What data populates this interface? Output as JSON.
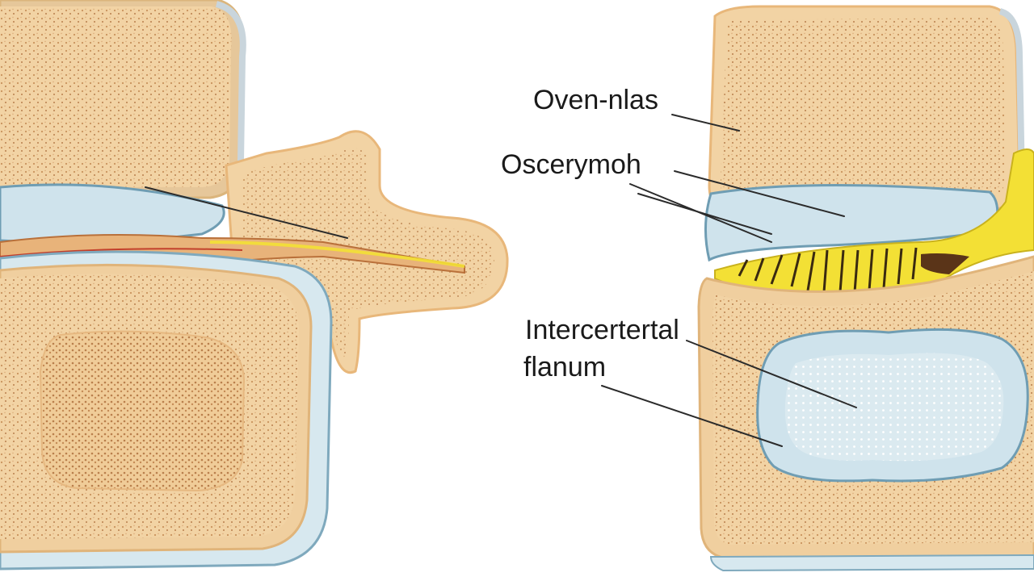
{
  "labels": {
    "top": "Oven-nlas",
    "middle": "Oscerymoh",
    "bottom_line1": "Intercertertal",
    "bottom_line2": "flanum"
  },
  "colors": {
    "bone": "#f2d3a4",
    "bone_edge": "#e8b77a",
    "speckle": "#c9935c",
    "disc": "#cfe3ec",
    "disc_edge": "#6f9db3",
    "nerve": "#f3e035",
    "nerve_dark": "#3a2a10",
    "ligament": "#e0a46b",
    "leader_line": "#2b2b2b"
  },
  "icons": [
    "left-vertebra-illustration",
    "right-vertebra-illustration"
  ]
}
